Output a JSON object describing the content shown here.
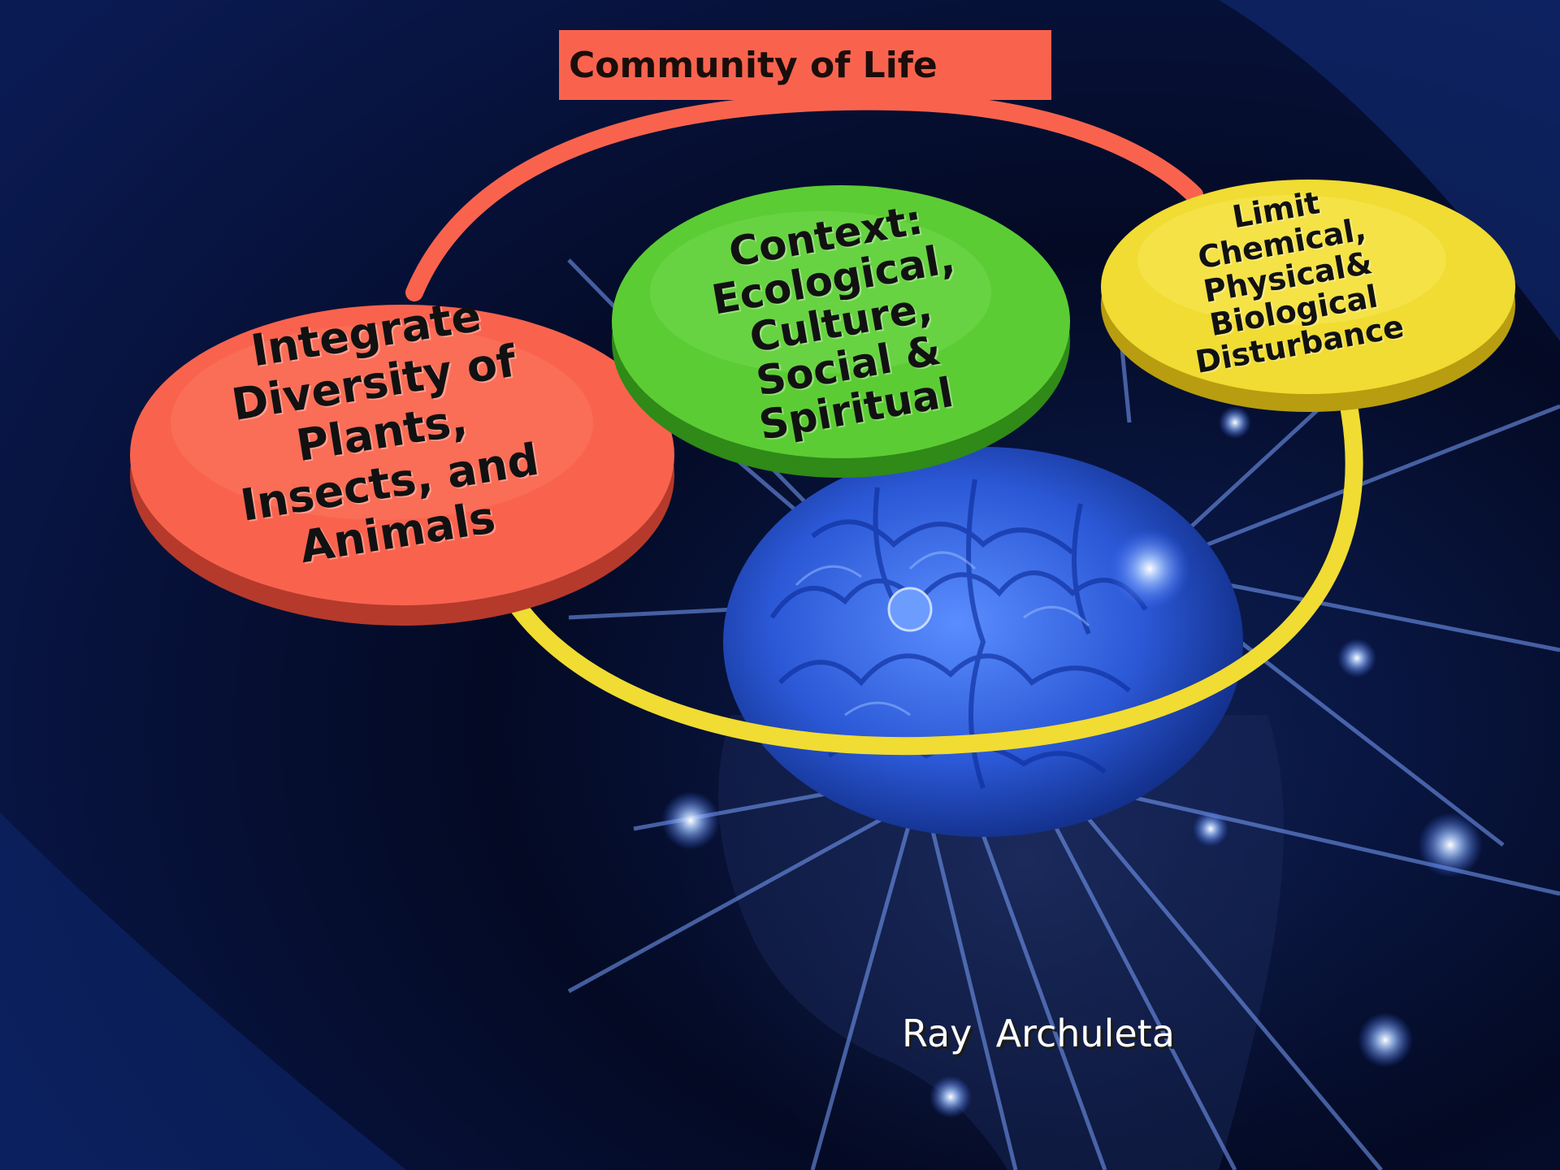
{
  "title": "Community of Life",
  "discs": [
    {
      "id": "red",
      "label": "Integrate\nDiversity of\nPlants,\nInsects, and\nAnimals",
      "color": "#f9634e"
    },
    {
      "id": "green",
      "label": "Context:\nEcological,\nCulture,\nSocial &\nSpiritual",
      "color": "#5ccc34"
    },
    {
      "id": "yellow",
      "label": "Limit\nChemical,\nPhysical&\nBiological\nDisturbance",
      "color": "#f0dc32"
    }
  ],
  "ring_colors": {
    "upper": "#f9634e",
    "lower": "#f0dc32"
  },
  "author": "Ray  Archuleta",
  "background_image": "glowing-blue-brain-neural-network"
}
